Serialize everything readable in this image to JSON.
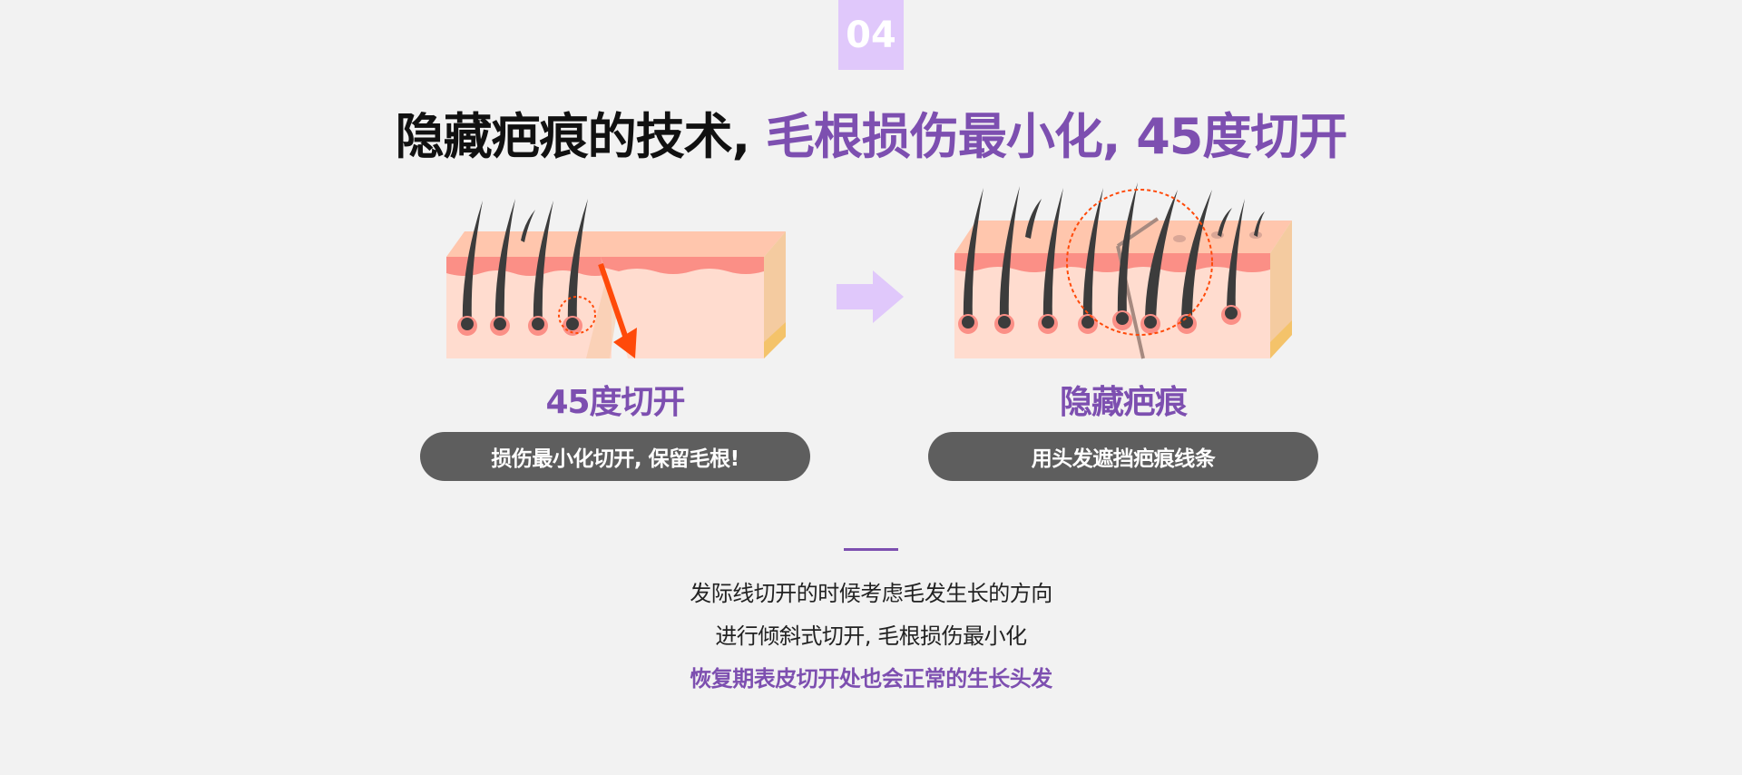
{
  "badge": "04",
  "title": {
    "part1": "隐藏疤痕的技术,",
    "part2": " 毛根损伤最小化, 45度切开"
  },
  "left": {
    "label": "45度切开",
    "pill": "损伤最小化切开, 保留毛根!",
    "illustration": "skin-incision-45-degree"
  },
  "right": {
    "label": "隐藏疤痕",
    "pill": "用头发遮挡疤痕线条",
    "illustration": "hair-covering-scar"
  },
  "description": [
    "发际线切开的时候考虑毛发生长的方向",
    "进行倾斜式切开, 毛根损伤最小化",
    "恢复期表皮切开处也会正常的生长头发"
  ],
  "colors": {
    "accent": "#7d4fb0",
    "badge": "#e0c8fb",
    "pill": "#5e5e5e",
    "skin": "#ffdccf",
    "epidermis": "#fb8f86",
    "incision": "#ff4a0a"
  }
}
